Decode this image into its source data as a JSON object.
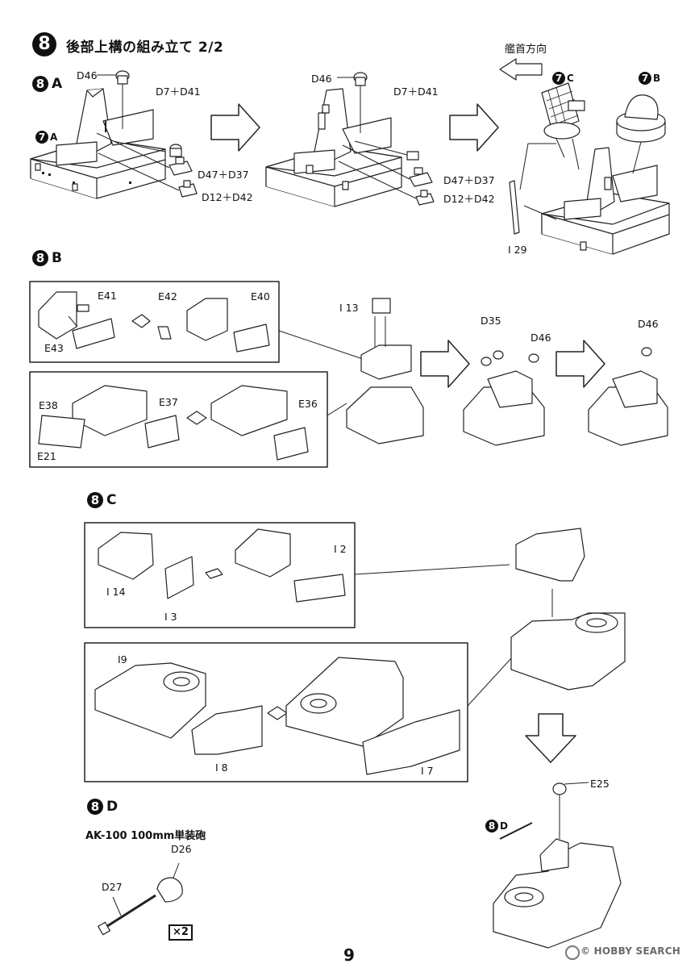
{
  "header": {
    "step_number": "8",
    "title": "後部上構の組み立て 2/2"
  },
  "substeps": {
    "a": {
      "number": "8",
      "letter": "A"
    },
    "b": {
      "number": "8",
      "letter": "B"
    },
    "c": {
      "number": "8",
      "letter": "C"
    },
    "d": {
      "number": "8",
      "letter": "D",
      "subtitle": "AK-100 100mm単装砲",
      "multiplier": "×2"
    }
  },
  "refs": {
    "ref_7a": {
      "number": "7",
      "letter": "A"
    },
    "ref_7c": {
      "number": "7",
      "letter": "C"
    },
    "ref_7b": {
      "number": "7",
      "letter": "B"
    },
    "ref_8d": {
      "number": "8",
      "letter": "D"
    }
  },
  "bow_direction": "艦首方向",
  "parts": {
    "a1_d46": "D46",
    "a1_d7d41": "D7＋D41",
    "a1_d47d37": "D47＋D37",
    "a1_d12d42": "D12＋D42",
    "a2_d46": "D46",
    "a2_d7d41": "D7＋D41",
    "a2_d47d37": "D47＋D37",
    "a2_d12d42": "D12＋D42",
    "a3_i29": "I 29",
    "b_e41": "E41",
    "b_e42": "E42",
    "b_e40": "E40",
    "b_e43": "E43",
    "b_e38": "E38",
    "b_e37": "E37",
    "b_e36": "E36",
    "b_e21": "E21",
    "b_i13": "I 13",
    "b_d35": "D35",
    "b_d46a": "D46",
    "b_d46b": "D46",
    "c_i2": "I 2",
    "c_i14": "I 14",
    "c_i3": "I 3",
    "c_i9": "I9",
    "c_i8": "I 8",
    "c_i7": "I 7",
    "d_d26": "D26",
    "d_d27": "D27",
    "d_e25": "E25"
  },
  "footer": {
    "page_number": "9",
    "watermark": "© HOBBY SEARCH"
  }
}
